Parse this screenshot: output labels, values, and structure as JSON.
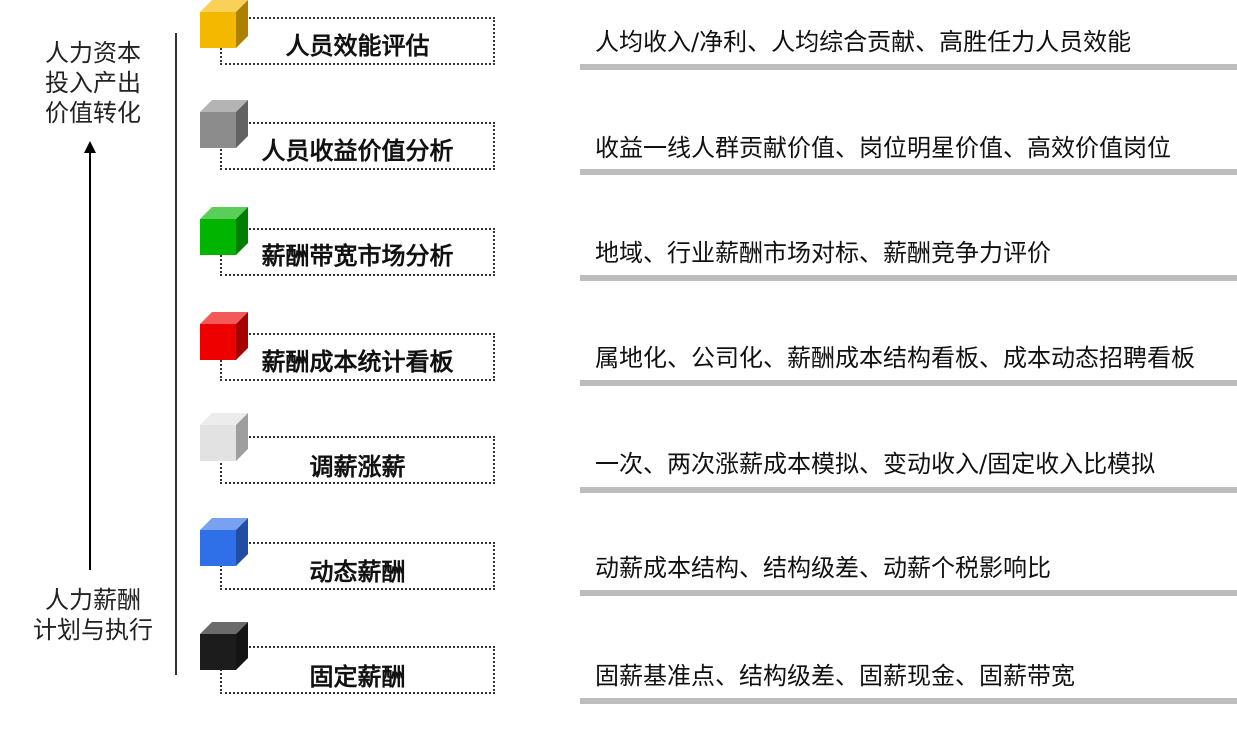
{
  "axis": {
    "top_label": "人力资本\n投入产出\n价值转化",
    "bottom_label": "人力薪酬\n计划与执行"
  },
  "levels": [
    {
      "name": "人员效能评估",
      "description": "人均收入/净利、人均综合贡献、高胜任力人员效能",
      "color": "#f5b800"
    },
    {
      "name": "人员收益价值分析",
      "description": "收益一线人群贡献价值、岗位明星价值、高效价值岗位",
      "color": "#8c8c8c"
    },
    {
      "name": "薪酬带宽市场分析",
      "description": "地域、行业薪酬市场对标、薪酬竞争力评价",
      "color": "#00b400"
    },
    {
      "name": "薪酬成本统计看板",
      "description": "属地化、公司化、薪酬成本结构看板、成本动态招聘看板",
      "color": "#ee0000"
    },
    {
      "name": "调薪涨薪",
      "description": "一次、两次涨薪成本模拟、变动收入/固定收入比模拟",
      "color": "#e2e2e2"
    },
    {
      "name": "动态薪酬",
      "description": "动薪成本结构、结构级差、动薪个税影响比",
      "color": "#2f6fe8"
    },
    {
      "name": "固定薪酬",
      "description": "固薪基准点、结构级差、固薪现金、固薪带宽",
      "color": "#1c1c1c"
    }
  ]
}
